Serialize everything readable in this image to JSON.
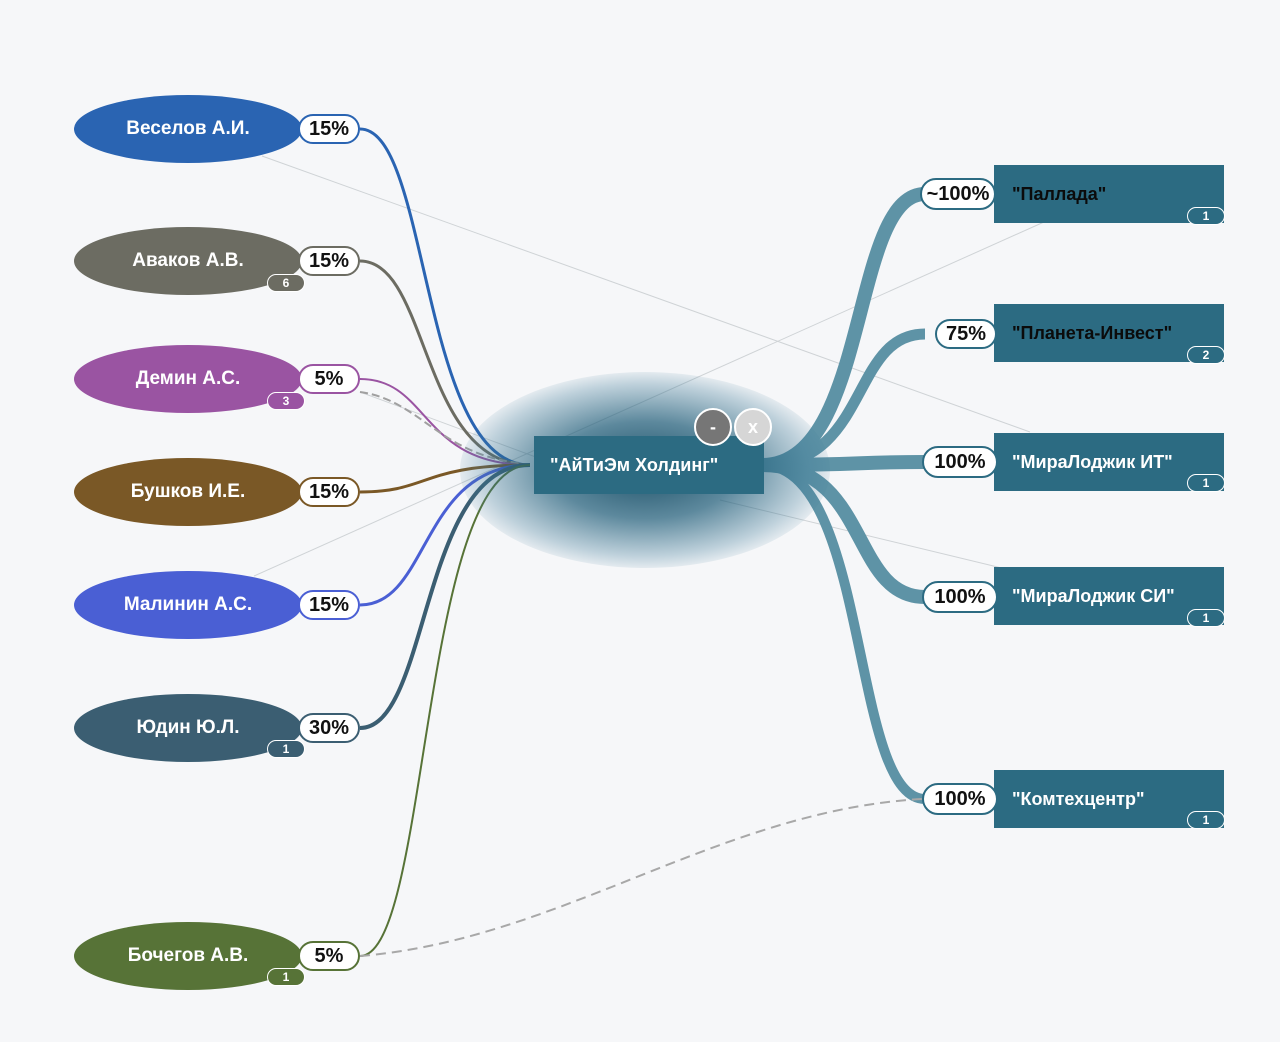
{
  "colors": {
    "accent": "#2c6b82",
    "link": "#5e93a6",
    "background": "#f6f7f9"
  },
  "center": {
    "label": "\"АйТиЭм Холдинг\"",
    "minus_label": "-",
    "close_label": "x"
  },
  "owners": [
    {
      "name": "Веселов А.И.",
      "share": "15%",
      "badge": "",
      "color": "#2a64b2"
    },
    {
      "name": "Аваков А.В.",
      "share": "15%",
      "badge": "6",
      "color": "#6c6c62"
    },
    {
      "name": "Демин А.С.",
      "share": "5%",
      "badge": "3",
      "color": "#9a54a2"
    },
    {
      "name": "Бушков И.Е.",
      "share": "15%",
      "badge": "",
      "color": "#7a5826"
    },
    {
      "name": "Малинин А.С.",
      "share": "15%",
      "badge": "",
      "color": "#4a5fd4"
    },
    {
      "name": "Юдин Ю.Л.",
      "share": "30%",
      "badge": "1",
      "color": "#3b5e72"
    },
    {
      "name": "Бочегов А.В.",
      "share": "5%",
      "badge": "1",
      "color": "#577337"
    }
  ],
  "subsidiaries": [
    {
      "name": "\"Паллада\"",
      "share": "~100%",
      "badge": "1"
    },
    {
      "name": "\"Планета-Инвест\"",
      "share": "75%",
      "badge": "2"
    },
    {
      "name": "\"МираЛоджик ИТ\"",
      "share": "100%",
      "badge": "1"
    },
    {
      "name": "\"МираЛоджик СИ\"",
      "share": "100%",
      "badge": "1"
    },
    {
      "name": "\"Комтехцентр\"",
      "share": "100%",
      "badge": "1"
    }
  ]
}
